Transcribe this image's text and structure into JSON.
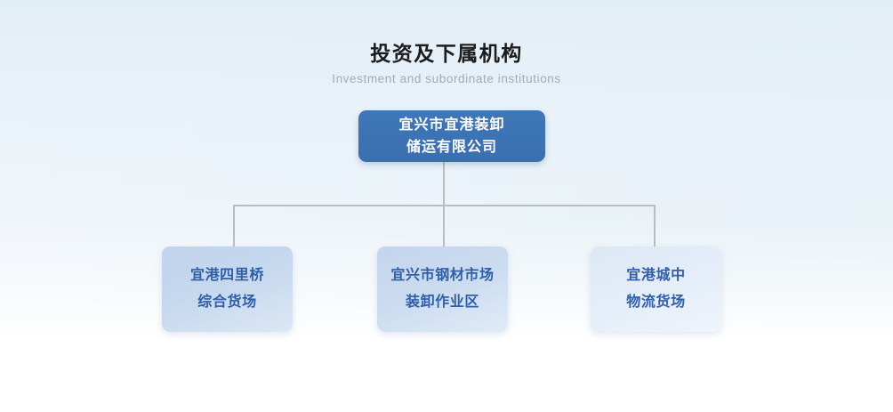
{
  "header": {
    "title": "投资及下属机构",
    "subtitle": "Investment and subordinate institutions"
  },
  "colors": {
    "root_node_fill": "#3b72b4",
    "root_node_text": "#ffffff",
    "child_node_fill": "#c4d5ec",
    "child_node_fill_light": "#e2ebf6",
    "child_node_text": "#2f5fa8",
    "connector_line": "#bcbcbc",
    "title_text": "#1c1c1c",
    "subtitle_text": "#a2abb3",
    "background_top": "#e6f0f7",
    "background_bottom": "#ffffff"
  },
  "org_chart": {
    "root": {
      "line1": "宜兴市宜港装卸",
      "line2": "储运有限公司"
    },
    "children": [
      {
        "line1": "宜港四里桥",
        "line2": "综合货场"
      },
      {
        "line1": "宜兴市钢材市场",
        "line2": "装卸作业区"
      },
      {
        "line1": "宜港城中",
        "line2": "物流货场"
      }
    ]
  }
}
